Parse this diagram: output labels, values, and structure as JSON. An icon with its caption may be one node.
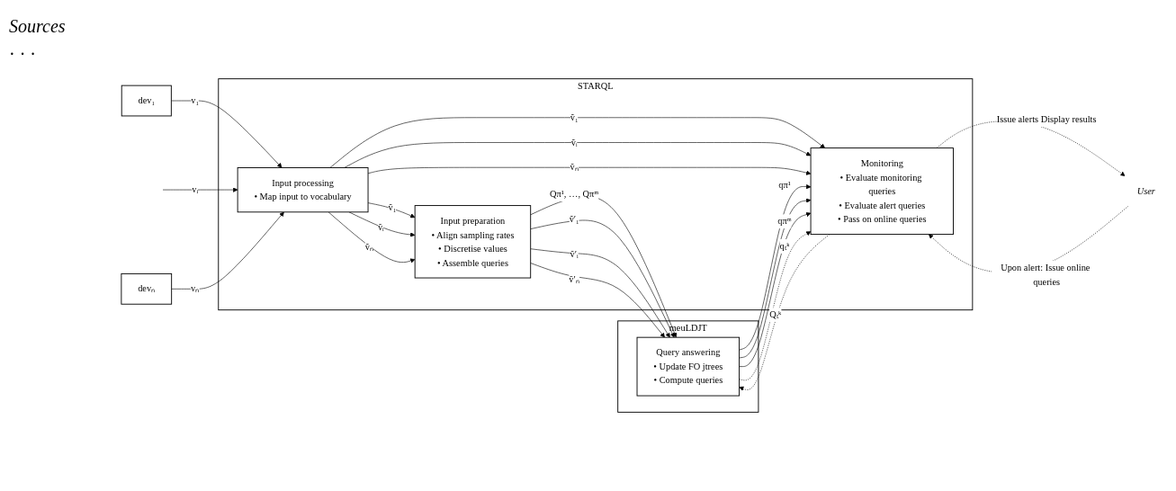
{
  "diagram": {
    "nodes": [
      {
        "text": [
          "dev₁"
        ]
      },
      {
        "text": [
          "devₙ"
        ]
      },
      {
        "text": [
          "STARQL"
        ]
      },
      {
        "text": [
          "Input processing",
          "• Map input to vocabulary"
        ],
        "in": 2
      },
      {
        "text": [
          "Input preparation",
          "• Align sampling rates",
          "• Discretise values",
          "• Assemble queries"
        ],
        "in": 2
      },
      {
        "text": [
          "Monitoring",
          "• Evaluate monitoring queries",
          "• Evaluate alert queries",
          "• Pass on online queries"
        ],
        "in": 2
      },
      {
        "text": [
          "meuLDJT"
        ]
      },
      {
        "text": [
          "Query answering",
          "• Update FO jtrees",
          "• Compute queries"
        ],
        "in": 6
      },
      {
        "text": [
          "User"
        ]
      }
    ],
    "edges": [
      {
        "from": 0,
        "to": 3,
        "arrow": "to",
        "label": "v₁"
      },
      {
        "from": null,
        "to": 3,
        "arrow": "to",
        "label": "vᵢ"
      },
      {
        "from": 1,
        "to": 3,
        "arrow": "to",
        "label": "vₙ"
      },
      {
        "from": 3,
        "to": 4,
        "arrow": "to",
        "label": "ṽ₁"
      },
      {
        "from": 3,
        "to": 4,
        "arrow": "to",
        "label": "ṽᵢ"
      },
      {
        "from": 3,
        "to": 4,
        "arrow": "to",
        "label": "ṽₙ"
      },
      {
        "from": 3,
        "to": 5,
        "arrow": "to",
        "label": "ṽ₁"
      },
      {
        "from": 3,
        "to": 5,
        "arrow": "to",
        "label": "ṽᵢ"
      },
      {
        "from": 3,
        "to": 5,
        "arrow": "to",
        "label": "ṽₙ"
      },
      {
        "from": 4,
        "to": 7,
        "arrow": "to",
        "label": "Qπ¹, …, Qπᵐ"
      },
      {
        "from": 4,
        "to": 7,
        "arrow": "to",
        "label": "ṽ′₁"
      },
      {
        "from": 4,
        "to": 7,
        "arrow": "to",
        "label": "ṽ′ᵢ"
      },
      {
        "from": 4,
        "to": 7,
        "arrow": "to",
        "label": "ṽ′ₙ"
      },
      {
        "from": 7,
        "to": 5,
        "arrow": "to",
        "label": "qπ¹"
      },
      {
        "from": 7,
        "to": 5,
        "arrow": "to"
      },
      {
        "from": 7,
        "to": 5,
        "arrow": "to",
        "label": "qπᵐ"
      },
      {
        "from": 5,
        "to": 7,
        "arrow": "to",
        "style": "dashed",
        "label": "Qₜᵏ"
      },
      {
        "from": 7,
        "to": 5,
        "arrow": "to",
        "style": "dashed",
        "label": "qₜᵏ"
      },
      {
        "from": 5,
        "to": 8,
        "arrow": "to",
        "style": "dashed",
        "label": "Issue alerts Display results"
      },
      {
        "from": 8,
        "to": 5,
        "arrow": "to",
        "style": "dashed",
        "label": "Upon alert: Issue online queries"
      }
    ],
    "labels": [
      "Sources",
      "· · ·"
    ]
  }
}
